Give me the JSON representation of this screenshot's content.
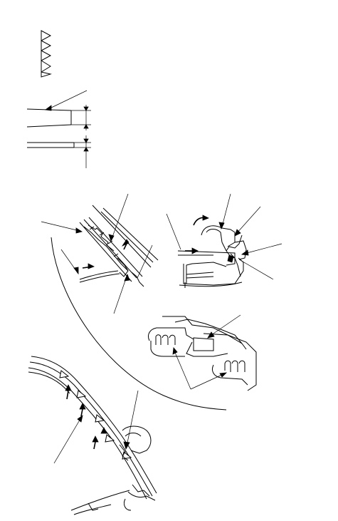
{
  "figure": {
    "legend": {
      "symbol_icon": "triangle-clip-marker",
      "count": 4
    },
    "thickness_legend": {
      "items": [
        "tapered-edge-thickness",
        "flat-strip-thickness"
      ]
    },
    "views": [
      "clip-detail-left",
      "clip-detail-right",
      "clip-top-view",
      "windshield-overview"
    ],
    "colors": {
      "line": "#000000",
      "background": "#ffffff"
    }
  }
}
